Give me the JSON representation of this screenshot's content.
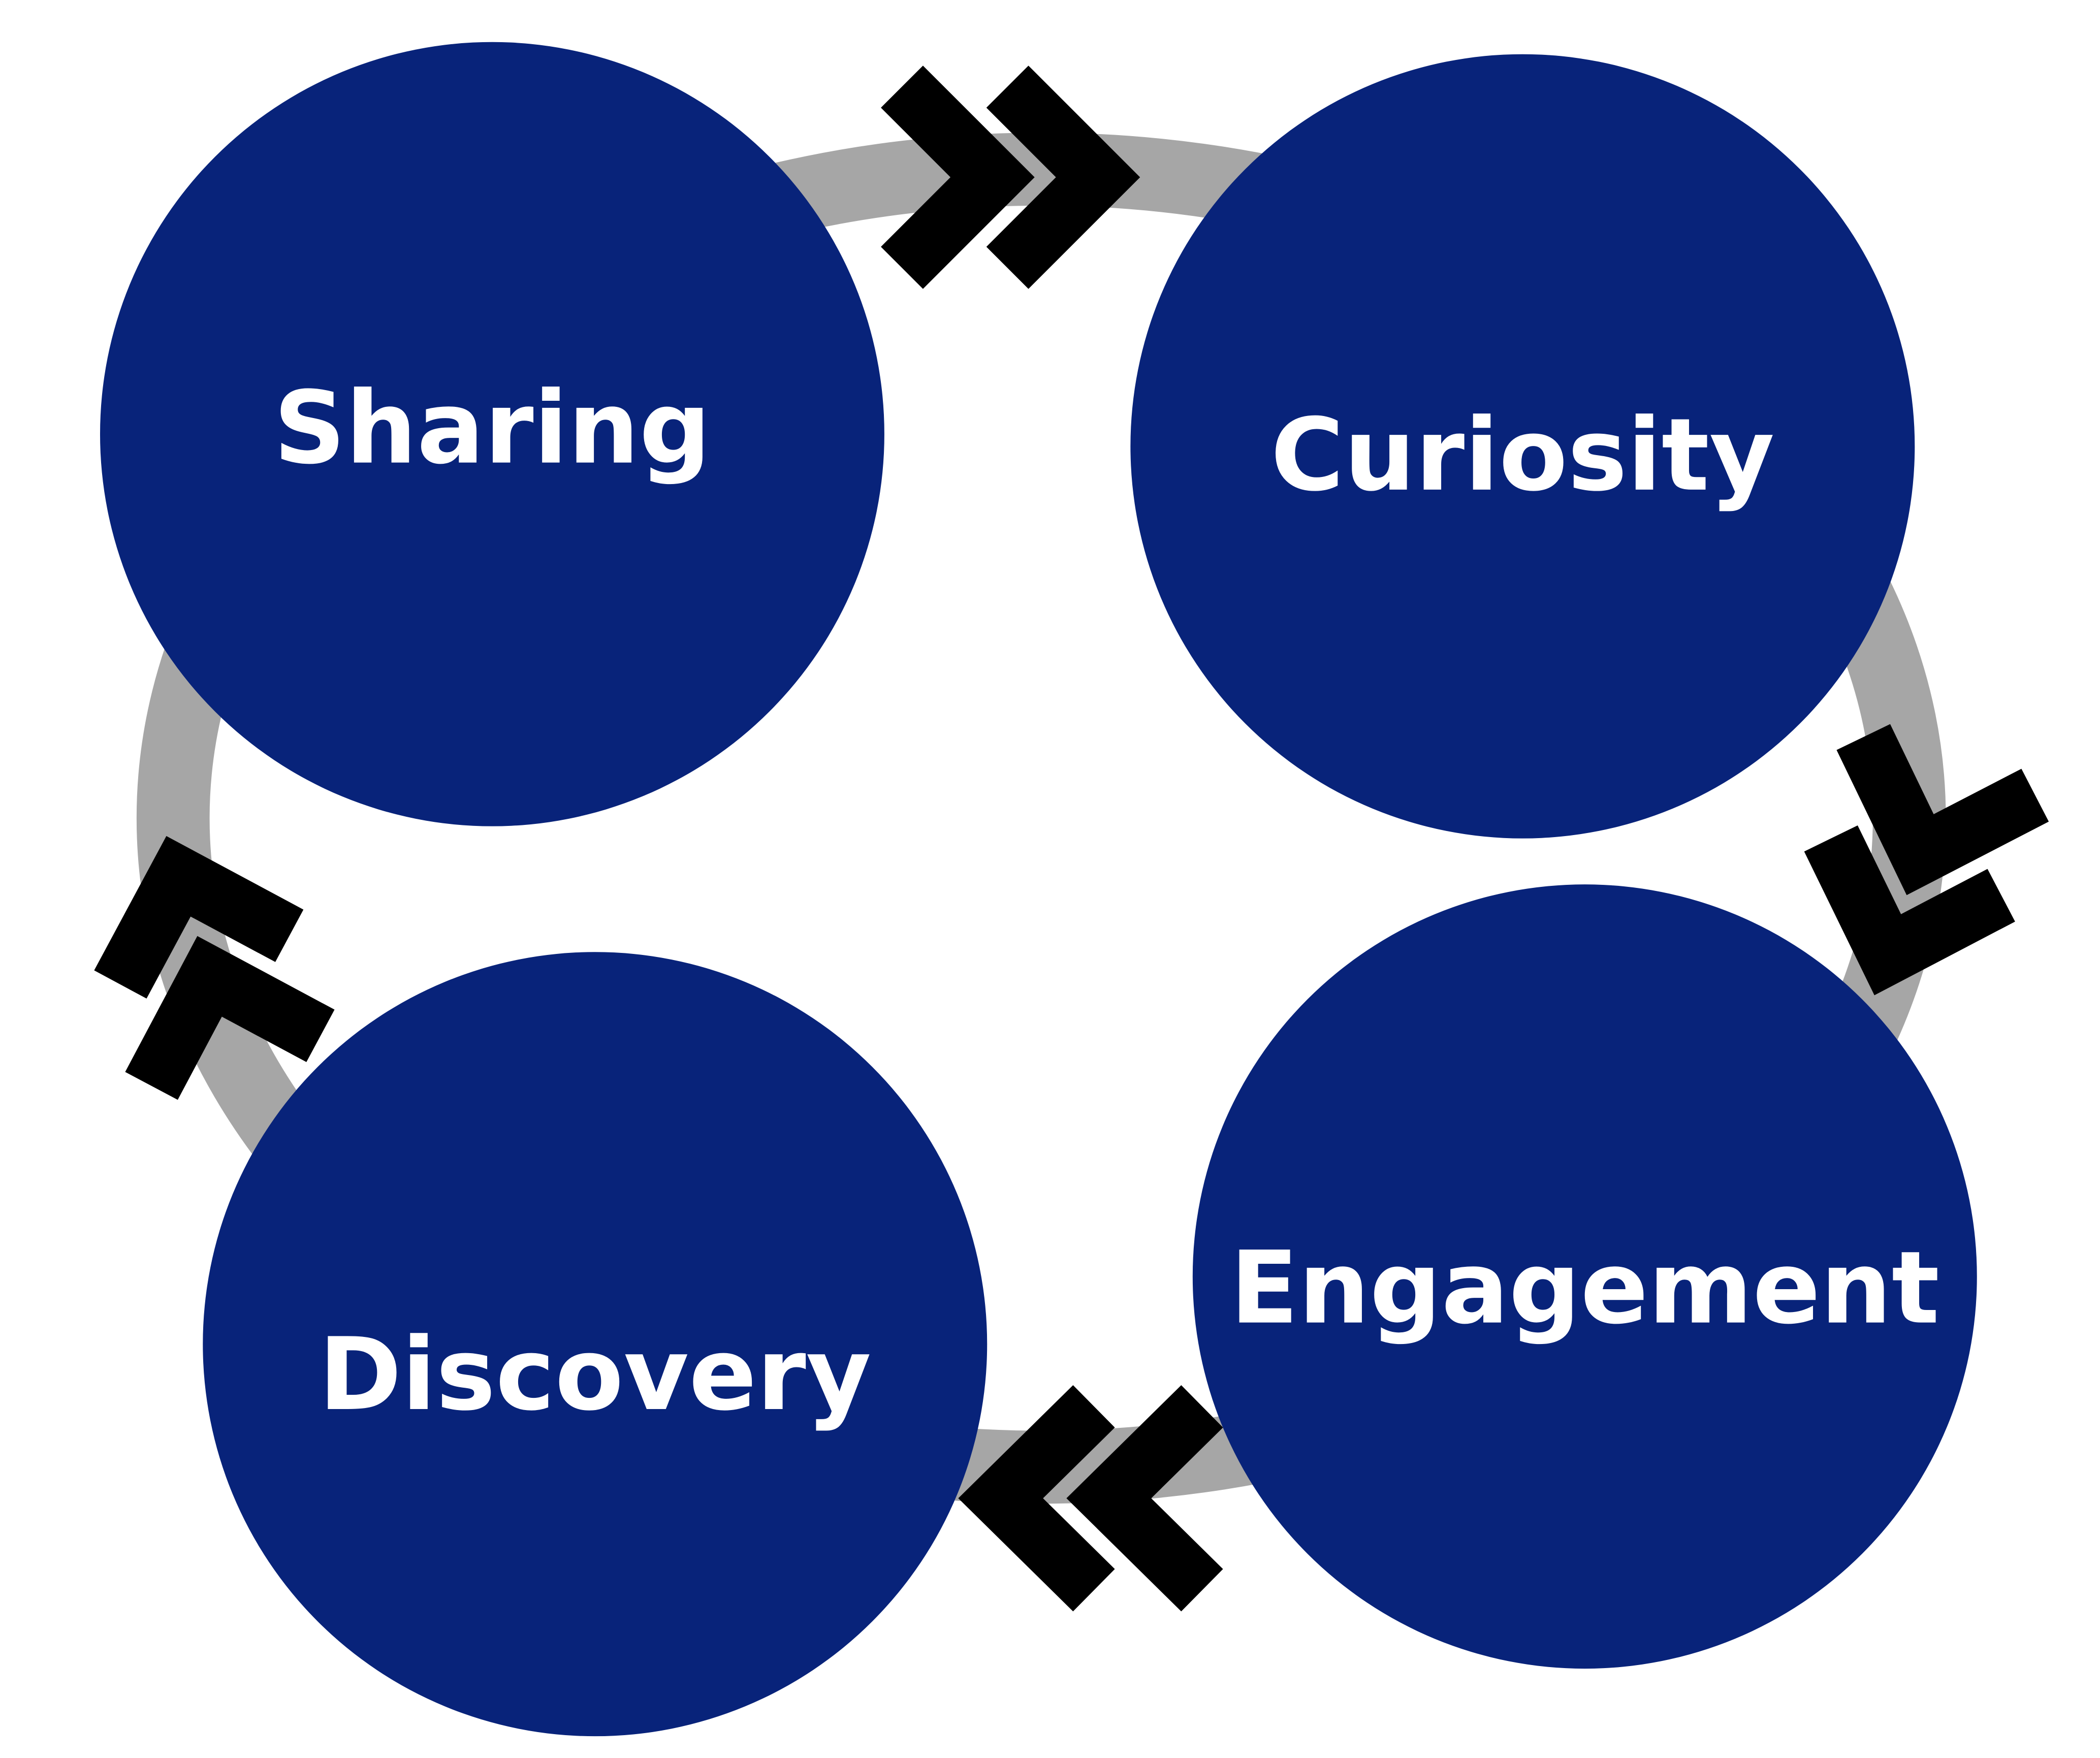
{
  "colors": {
    "node": "#08237A",
    "ring": "#A6A6A6",
    "arrow": "#000000",
    "text": "#FFFFFF"
  },
  "nodes": [
    {
      "label": "Sharing"
    },
    {
      "label": "Curiosity"
    },
    {
      "label": "Engagement"
    },
    {
      "label": "Discovery"
    }
  ],
  "arrows": [
    {
      "icon": "double-chevron-right-icon",
      "from": "Sharing",
      "to": "Curiosity"
    },
    {
      "icon": "double-chevron-down-icon",
      "from": "Curiosity",
      "to": "Engagement"
    },
    {
      "icon": "double-chevron-left-icon",
      "from": "Engagement",
      "to": "Discovery"
    },
    {
      "icon": "double-chevron-up-icon",
      "from": "Discovery",
      "to": "Sharing"
    }
  ]
}
